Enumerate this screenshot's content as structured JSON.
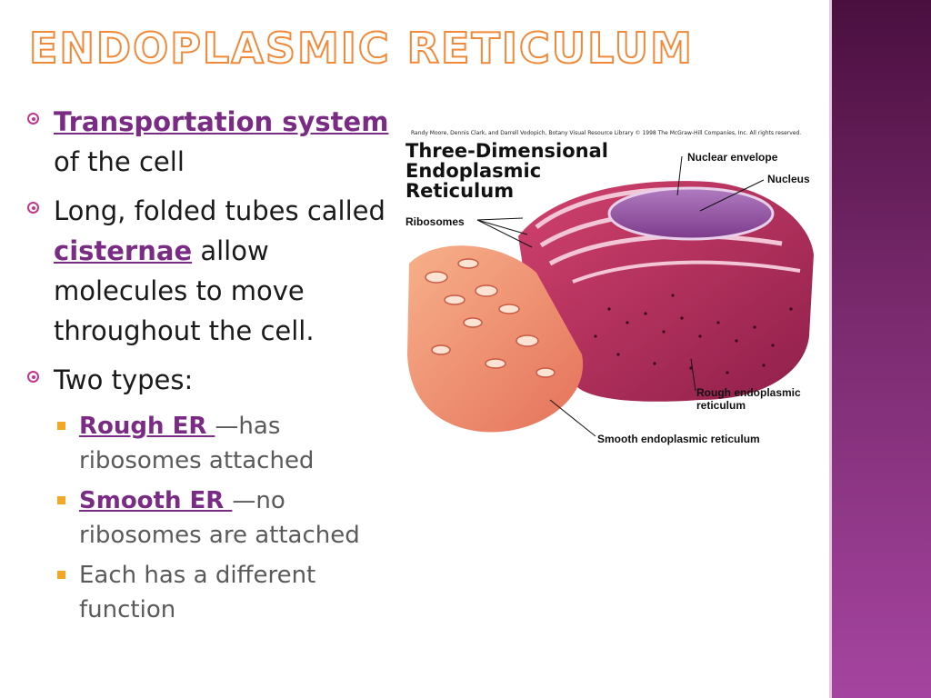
{
  "slide": {
    "title": "ENDOPLASMIC RETICULUM",
    "bullets": [
      {
        "link": "Transportation system ",
        "text": "of the cell"
      },
      {
        "pre": "Long, folded tubes called ",
        "link": "cisternae",
        "post": " allow molecules to move throughout the cell."
      },
      {
        "text": "Two types:"
      }
    ],
    "sub_bullets": [
      {
        "link": "Rough ER ",
        "text": "—has ribosomes attached"
      },
      {
        "link": "Smooth ER ",
        "text": "—no ribosomes are attached"
      },
      {
        "text": "Each has a different function"
      }
    ]
  },
  "figure": {
    "credit": "Randy Moore, Dennis Clark, and Darrell Vodopich, Botany Visual Resource Library © 1998 The McGraw-Hill Companies, Inc. All rights reserved.",
    "title": "Three-Dimensional Endoplasmic Reticulum",
    "labels": {
      "nuclear_envelope": "Nuclear envelope",
      "nucleus": "Nucleus",
      "ribosomes": "Ribosomes",
      "rough_er": "Rough endoplasmic reticulum",
      "smooth_er": "Smooth endoplasmic reticulum"
    }
  },
  "colors": {
    "accent_title": "#f08a3a",
    "link": "#7a2c84",
    "bullet_circle": "#c0378c",
    "bullet_square": "#f5a623",
    "sidebar": "#7a2a6e"
  }
}
